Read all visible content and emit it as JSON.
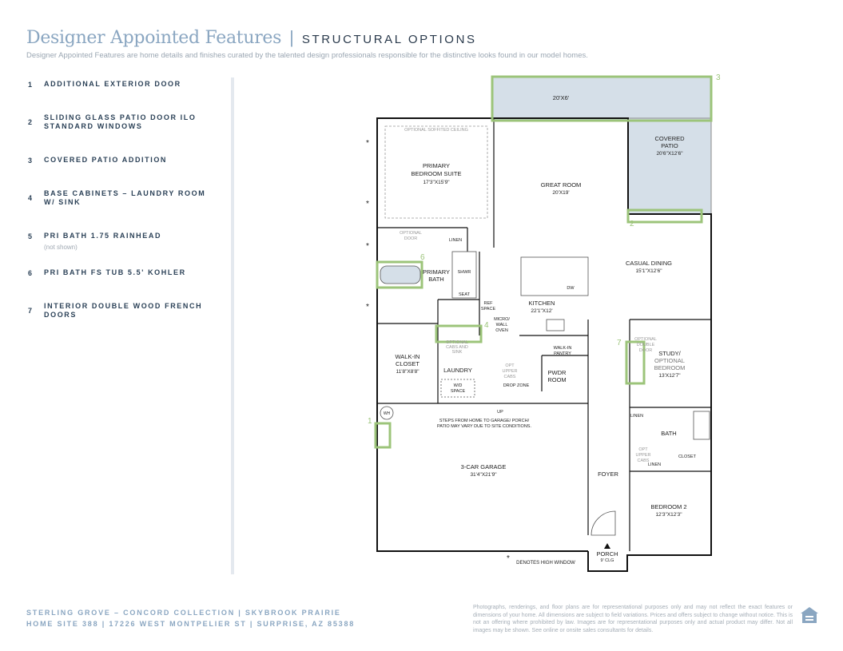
{
  "header": {
    "title": "Designer Appointed Features",
    "separator": "|",
    "subtitle": "STRUCTURAL OPTIONS",
    "description": "Designer Appointed Features are home details and finishes curated by the talented design professionals responsible for the distinctive looks found in our model homes."
  },
  "features": [
    {
      "num": "1",
      "label": "ADDITIONAL EXTERIOR DOOR",
      "note": ""
    },
    {
      "num": "2",
      "label": "SLIDING GLASS PATIO DOOR ILO STANDARD WINDOWS",
      "note": ""
    },
    {
      "num": "3",
      "label": "COVERED PATIO ADDITION",
      "note": ""
    },
    {
      "num": "4",
      "label": "BASE CABINETS – LAUNDRY ROOM W/ SINK",
      "note": ""
    },
    {
      "num": "5",
      "label": "PRI BATH 1.75 RAINHEAD",
      "note": "(not shown)"
    },
    {
      "num": "6",
      "label": "PRI BATH FS TUB 5.5' KOHLER",
      "note": ""
    },
    {
      "num": "7",
      "label": "INTERIOR DOUBLE WOOD FRENCH DOORS",
      "note": ""
    }
  ],
  "plan": {
    "patio_extension": "20'X6'",
    "optional_soffited_ceiling": "OPTIONAL SOFFITED CEILING",
    "primary_suite": [
      "PRIMARY",
      "BEDROOM SUITE",
      "17'3\"X15'9\""
    ],
    "great_room": [
      "GREAT ROOM",
      "20'X19'"
    ],
    "covered_patio": [
      "COVERED",
      "PATIO",
      "20'6\"X12'6\""
    ],
    "optional_door": [
      "OPTIONAL",
      "DOOR"
    ],
    "linen": "LINEN",
    "primary_bath": [
      "PRIMARY",
      "BATH"
    ],
    "shwr": "SHWR",
    "seat": "SEAT",
    "ref_space": [
      "REF",
      "SPACE"
    ],
    "dw": "DW",
    "casual_dining": [
      "CASUAL DINING",
      "15'1\"X12'6\""
    ],
    "kitchen": [
      "KITCHEN",
      "22'1\"X12'"
    ],
    "micro_wall_oven": [
      "MICRO/",
      "WALL",
      "OVEN"
    ],
    "walk_in_closet": [
      "WALK-IN",
      "CLOSET",
      "11'8\"X8'8\""
    ],
    "optional_cabs_sink": [
      "OPTIONAL",
      "CABS AND",
      "SINK"
    ],
    "laundry": "LAUNDRY",
    "wd_space": [
      "W/D",
      "SPACE"
    ],
    "opt_upper_cabs": [
      "OPT",
      "UPPER",
      "CABS"
    ],
    "drop_zone": "DROP ZONE",
    "walk_in_pantry": [
      "WALK-IN",
      "PANTRY"
    ],
    "pwdr_room": [
      "PWDR",
      "ROOM"
    ],
    "optional_double_door": [
      "OPTIONAL",
      "DOUBLE",
      "DOOR"
    ],
    "study": [
      "STUDY/",
      "OPTIONAL",
      "BEDROOM",
      "13'X12'7\""
    ],
    "up": "UP",
    "wh": "WH",
    "steps_note": [
      "STEPS FROM HOME TO GARAGE/ PORCH/",
      "PATIO MAY VARY DUE TO SITE CONDITIONS."
    ],
    "garage": [
      "3-CAR GARAGE",
      "31'4\"X21'9\""
    ],
    "bath": "BATH",
    "closet": "CLOSET",
    "foyer": "FOYER",
    "bedroom2": [
      "BEDROOM 2",
      "12'3\"X12'3\""
    ],
    "porch": [
      "PORCH",
      "9' CLG"
    ],
    "high_window_note": "DENOTES HIGH WINDOW",
    "asterisk": "*",
    "callouts": [
      "1",
      "2",
      "3",
      "4",
      "6",
      "7"
    ]
  },
  "footer": {
    "line1": "STERLING GROVE – CONCORD COLLECTION | SKYBROOK PRAIRIE",
    "line2": "HOME SITE 388 | 17226 WEST MONTPELIER ST | SURPRISE, AZ 85388",
    "disclaimer": "Photographs, renderings, and floor plans are for representational purposes only and may not reflect the exact features or dimensions of your home. All dimensions are subject to field variations. Prices and offers subject to change without notice. This is not an offering where prohibited by law. Images are for representational purposes only and actual product may differ. Not all images may be shown. See online or onsite sales consultants for details."
  },
  "colors": {
    "accent": "#8aa6c1",
    "highlight_green": "#9cc47a",
    "patio_fill": "#d5dfe8",
    "wall": "#111111"
  },
  "icons": {
    "equal_housing": "equal-housing-opportunity-icon"
  }
}
